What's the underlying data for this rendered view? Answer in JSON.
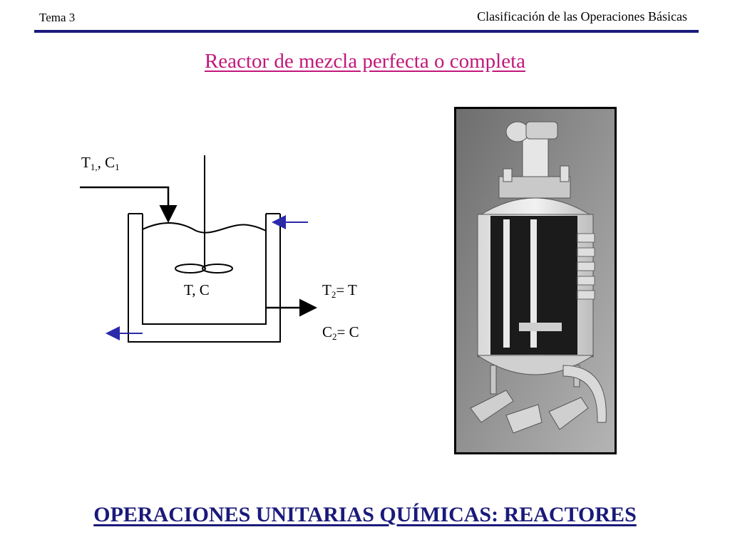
{
  "header": {
    "topic": "Tema 3",
    "section": "Clasificación de las Operaciones Básicas"
  },
  "slide": {
    "title": "Reactor de mezcla perfecta o completa",
    "footer": "OPERACIONES UNITARIAS QUÍMICAS: REACTORES"
  },
  "diagram": {
    "inlet": {
      "t": "T",
      "t_sub": "1,",
      "sep": ", C",
      "c_sub": "1"
    },
    "tank_label": "T, C",
    "outlet_t": {
      "base": "T",
      "sub": "2",
      "rest": "= T"
    },
    "outlet_c": {
      "base": "C",
      "sub": "2",
      "rest": "= C"
    },
    "colors": {
      "line": "#000000",
      "jacket_flow_arrow": "#2a2aaa"
    }
  },
  "colors": {
    "header_rule": "#1a1a7a",
    "title": "#c2187a",
    "footer": "#1a1a7a"
  }
}
